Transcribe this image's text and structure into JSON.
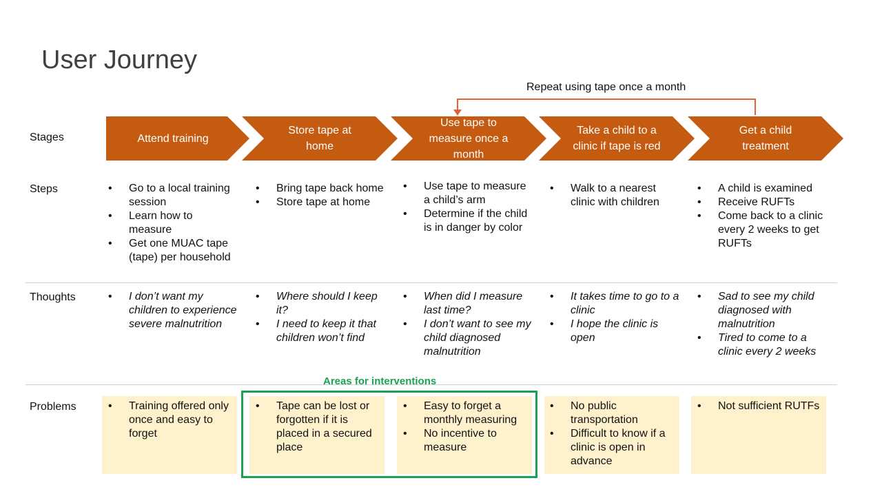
{
  "title": "User Journey",
  "repeat_label": "Repeat using tape once a month",
  "interventions_label": "Areas for interventions",
  "row_labels": {
    "stages": "Stages",
    "steps": "Steps",
    "thoughts": "Thoughts",
    "problems": "Problems"
  },
  "colors": {
    "stage_fill": "#c55a11",
    "arrow_line": "#e0623a",
    "problem_fill": "#fdf2cc",
    "interventions_border": "#1aa251"
  },
  "stages": [
    {
      "label": "Attend training"
    },
    {
      "label": "Store tape at home"
    },
    {
      "label": "Use tape to measure once a month"
    },
    {
      "label": "Take a child to a clinic if tape is red"
    },
    {
      "label": "Get a child treatment"
    }
  ],
  "steps": [
    [
      "Go to a local training session",
      "Learn how to measure",
      "Get one MUAC tape (tape) per household"
    ],
    [
      "Bring tape back home",
      "Store tape at home"
    ],
    [
      "Use tape to measure a child’s arm",
      "Determine if the child is in danger by color"
    ],
    [
      "Walk to a nearest clinic with children"
    ],
    [
      "A child is examined",
      "Receive RUFTs",
      "Come back to a clinic every 2 weeks to get RUFTs"
    ]
  ],
  "thoughts": [
    [
      "I don’t want my children to experience severe malnutrition"
    ],
    [
      "Where should I keep it?",
      "I need to keep it that children won’t find"
    ],
    [
      "When did I measure last time?",
      "I don’t want to see my child diagnosed malnutrition"
    ],
    [
      "It takes time to go to a clinic",
      "I hope the clinic is open"
    ],
    [
      "Sad to see my child diagnosed with malnutrition",
      "Tired to come to a clinic every 2 weeks"
    ]
  ],
  "problems": [
    [
      "Training offered only once and easy to forget"
    ],
    [
      "Tape can be lost or forgotten if it is placed in a secured place"
    ],
    [
      "Easy to forget a monthly measuring",
      "No incentive to measure"
    ],
    [
      "No public transportation",
      "Difficult to know if a clinic is open in advance"
    ],
    [
      "Not sufficient RUTFs"
    ]
  ]
}
